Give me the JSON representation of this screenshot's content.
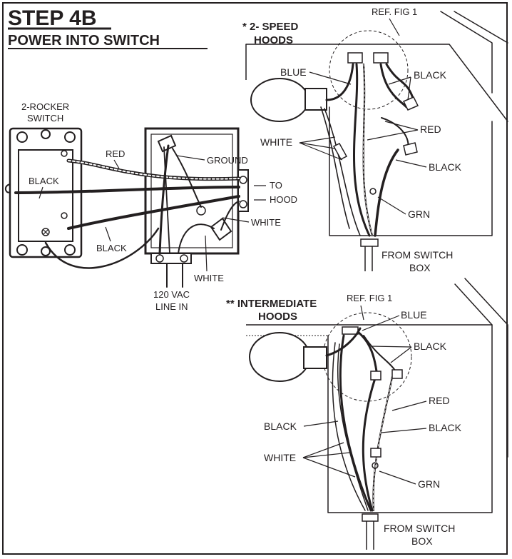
{
  "header": {
    "step": "STEP 4B",
    "subtitle": "POWER INTO SWITCH"
  },
  "switch_diagram": {
    "rocker_switch": "2-ROCKER\nSWITCH",
    "red": "RED",
    "ground": "GROUND",
    "black_left": "BLACK",
    "black_bottom": "BLACK",
    "to_hood": "TO\nHOOD",
    "white_right": "WHITE",
    "white_bottom": "WHITE",
    "line_in": "120 VAC\nLINE IN"
  },
  "two_speed": {
    "title": "* 2- SPEED\nHOODS",
    "ref": "REF. FIG 1",
    "blue": "BLUE",
    "black_top": "BLACK",
    "white": "WHITE",
    "red": "RED",
    "black_mid": "BLACK",
    "grn": "GRN",
    "from_switch": "FROM SWITCH\nBOX"
  },
  "intermediate": {
    "title": "** INTERMEDIATE\nHOODS",
    "ref": "REF. FIG 1",
    "blue": "BLUE",
    "black_top": "BLACK",
    "red": "RED",
    "black_left": "BLACK",
    "black_right": "BLACK",
    "white": "WHITE",
    "grn": "GRN",
    "from_switch": "FROM SWITCH\nBOX"
  }
}
